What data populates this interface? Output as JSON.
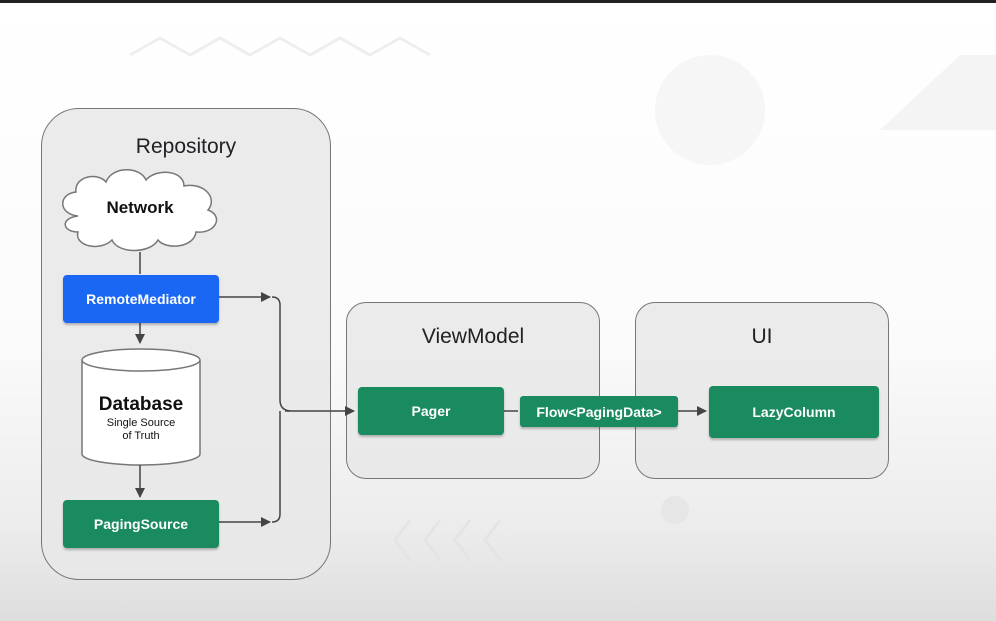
{
  "groups": {
    "repository": "Repository",
    "viewmodel": "ViewModel",
    "ui": "UI"
  },
  "nodes": {
    "network": "Network",
    "remote_mediator": "RemoteMediator",
    "database": "Database",
    "database_sub_1": "Single Source",
    "database_sub_2": "of Truth",
    "paging_source": "PagingSource",
    "pager": "Pager",
    "flow": "Flow<PagingData>",
    "lazy_column": "LazyColumn"
  },
  "colors": {
    "green": "#1a8a5f",
    "blue": "#1a67f3",
    "group_bg": "#e8e8e8",
    "border": "#777777",
    "arrow": "#444444"
  },
  "icons": [
    "cloud-icon",
    "cylinder-icon",
    "arrow-icon"
  ]
}
